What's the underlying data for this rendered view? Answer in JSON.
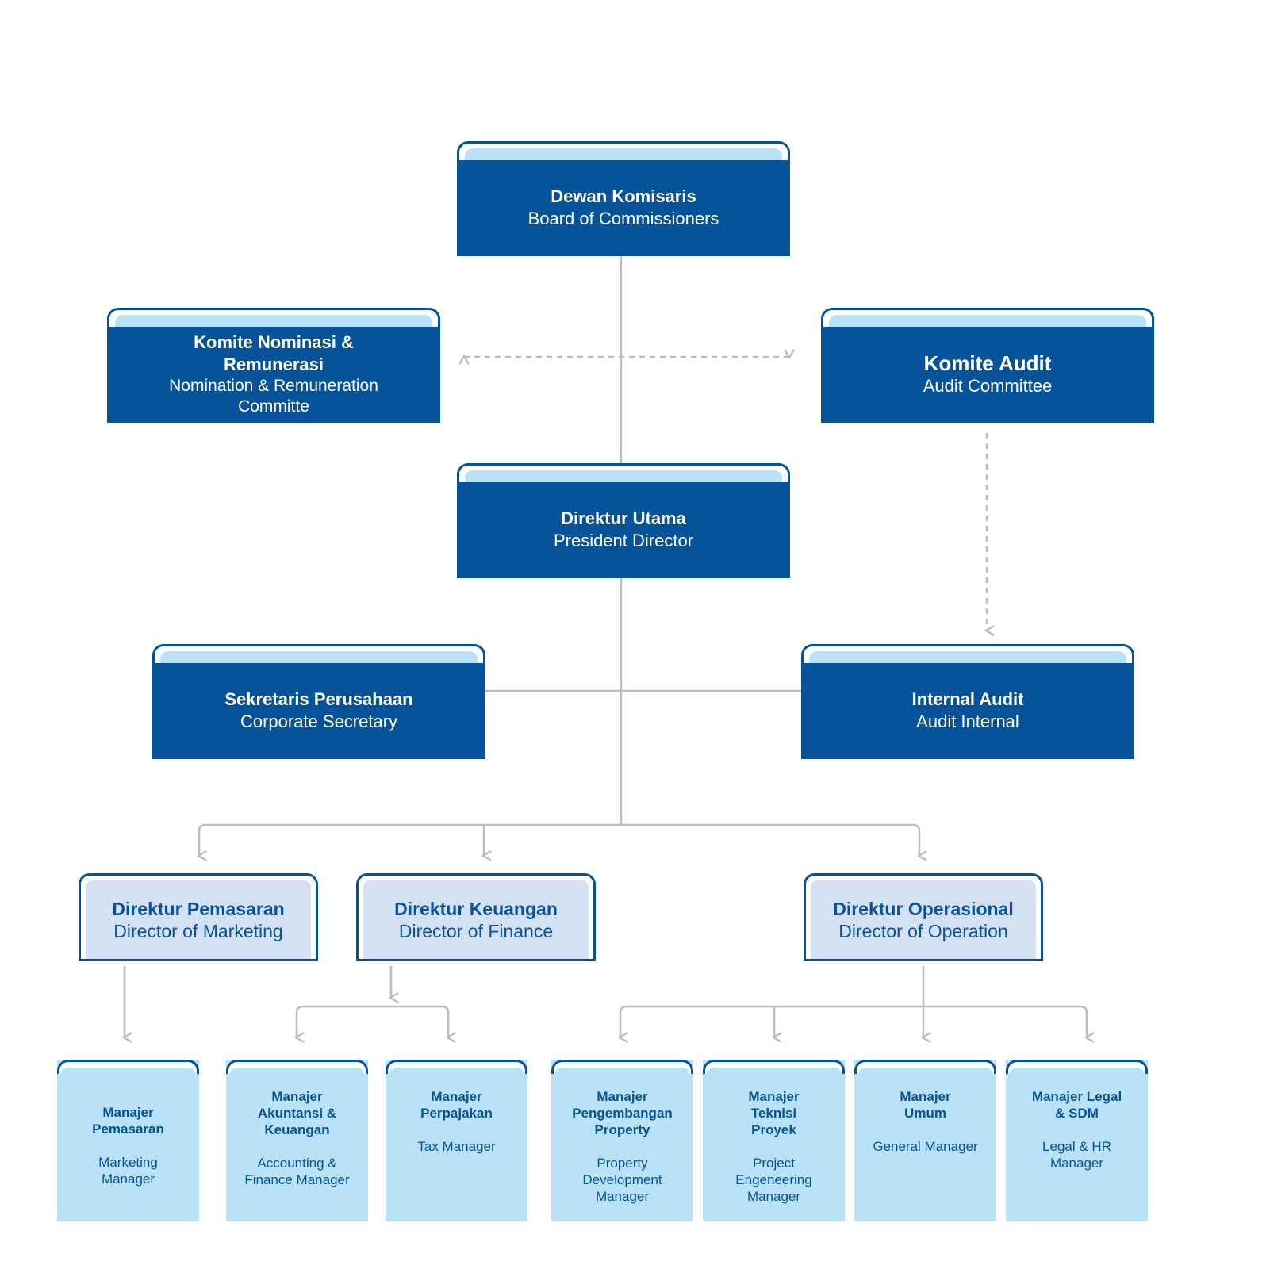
{
  "board": {
    "id_label": "Dewan Komisaris",
    "en_label": "Board of Commissioners"
  },
  "nomination": {
    "id_label": "Komite Nominasi & Remunerasi",
    "en_label": "Nomination & Remuneration Committe"
  },
  "audit_committee": {
    "id_label": "Komite Audit",
    "en_label": "Audit Committee"
  },
  "president": {
    "id_label": "Direktur Utama",
    "en_label": "President Director"
  },
  "secretary": {
    "id_label": "Sekretaris Perusahaan",
    "en_label": "Corporate Secretary"
  },
  "internal_audit": {
    "id_label": "Internal Audit",
    "en_label": "Audit Internal"
  },
  "directors": [
    {
      "id_label": "Direktur Pemasaran",
      "en_label": "Director of Marketing"
    },
    {
      "id_label": "Direktur Keuangan",
      "en_label": "Director of Finance"
    },
    {
      "id_label": "Direktur Operasional",
      "en_label": "Director of Operation"
    }
  ],
  "managers": [
    {
      "id_label": "Manajer Pemasaran",
      "en_label": "Marketing Manager"
    },
    {
      "id_label": "Manajer Akuntansi & Keuangan",
      "en_label": "Accounting & Finance Manager"
    },
    {
      "id_label": "Manajer Perpajakan",
      "en_label": "Tax Manager"
    },
    {
      "id_label": "Manajer Pengembangan Property",
      "en_label": "Property Development Manager"
    },
    {
      "id_label": "Manajer Teknisi Proyek",
      "en_label": "Project Engeneering Manager"
    },
    {
      "id_label": "Manajer Umum",
      "en_label": "General Manager"
    },
    {
      "id_label": "Manajer Legal & SDM",
      "en_label": "Legal & HR Manager"
    }
  ],
  "colors": {
    "dark_blue": "#07539a",
    "light_blue": "#b9e2f7",
    "pale_blue": "#d4e1f2",
    "connector": "#bdbdbd"
  }
}
